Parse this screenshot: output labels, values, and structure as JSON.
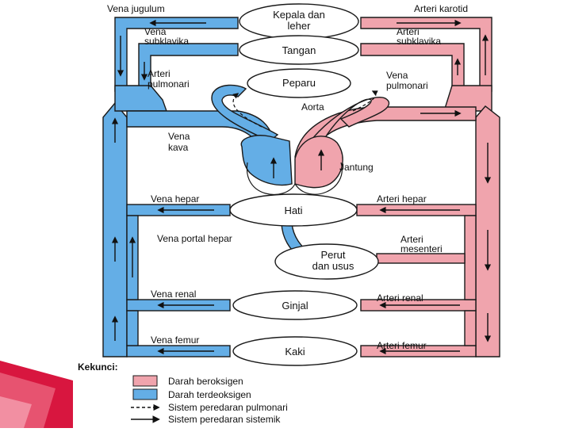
{
  "colors": {
    "oxygenated": "#f0a4ad",
    "deoxygenated": "#64aee6",
    "outline": "#1a1a1a",
    "slide_accent": "#d8163f"
  },
  "organs": {
    "head": [
      "Kepala dan",
      "leher"
    ],
    "arm": "Tangan",
    "lungs": "Peparu",
    "liver": "Hati",
    "gut": [
      "Perut",
      "dan usus"
    ],
    "kidney": "Ginjal",
    "leg": "Kaki"
  },
  "veins": {
    "jugular": "Vena jugulum",
    "subclavian": [
      "Vena",
      "subklavika"
    ],
    "cava": [
      "Vena",
      "kava"
    ],
    "hepatic": "Vena hepar",
    "portal": "Vena portal hepar",
    "renal": "Vena renal",
    "femoral": "Vena femur"
  },
  "arteries": {
    "carotid": "Arteri karotid",
    "subclavian": [
      "Arteri",
      "subklavika"
    ],
    "pulmonary": [
      "Arteri",
      "pulmonari"
    ],
    "pulmonary_vein": [
      "Vena",
      "pulmonari"
    ],
    "aorta": "Aorta",
    "heart": "Jantung",
    "hepatic": "Arteri hepar",
    "mesenteric": [
      "Arteri",
      "mesenteri"
    ],
    "renal": "Arteri renal",
    "femoral": "Arteri femur"
  },
  "legend": {
    "title": "Kekunci:",
    "oxygenated": "Darah beroksigen",
    "deoxygenated": "Darah terdeoksigen",
    "pulmonary": "Sistem peredaran pulmonari",
    "systemic": "Sistem peredaran sistemik"
  }
}
